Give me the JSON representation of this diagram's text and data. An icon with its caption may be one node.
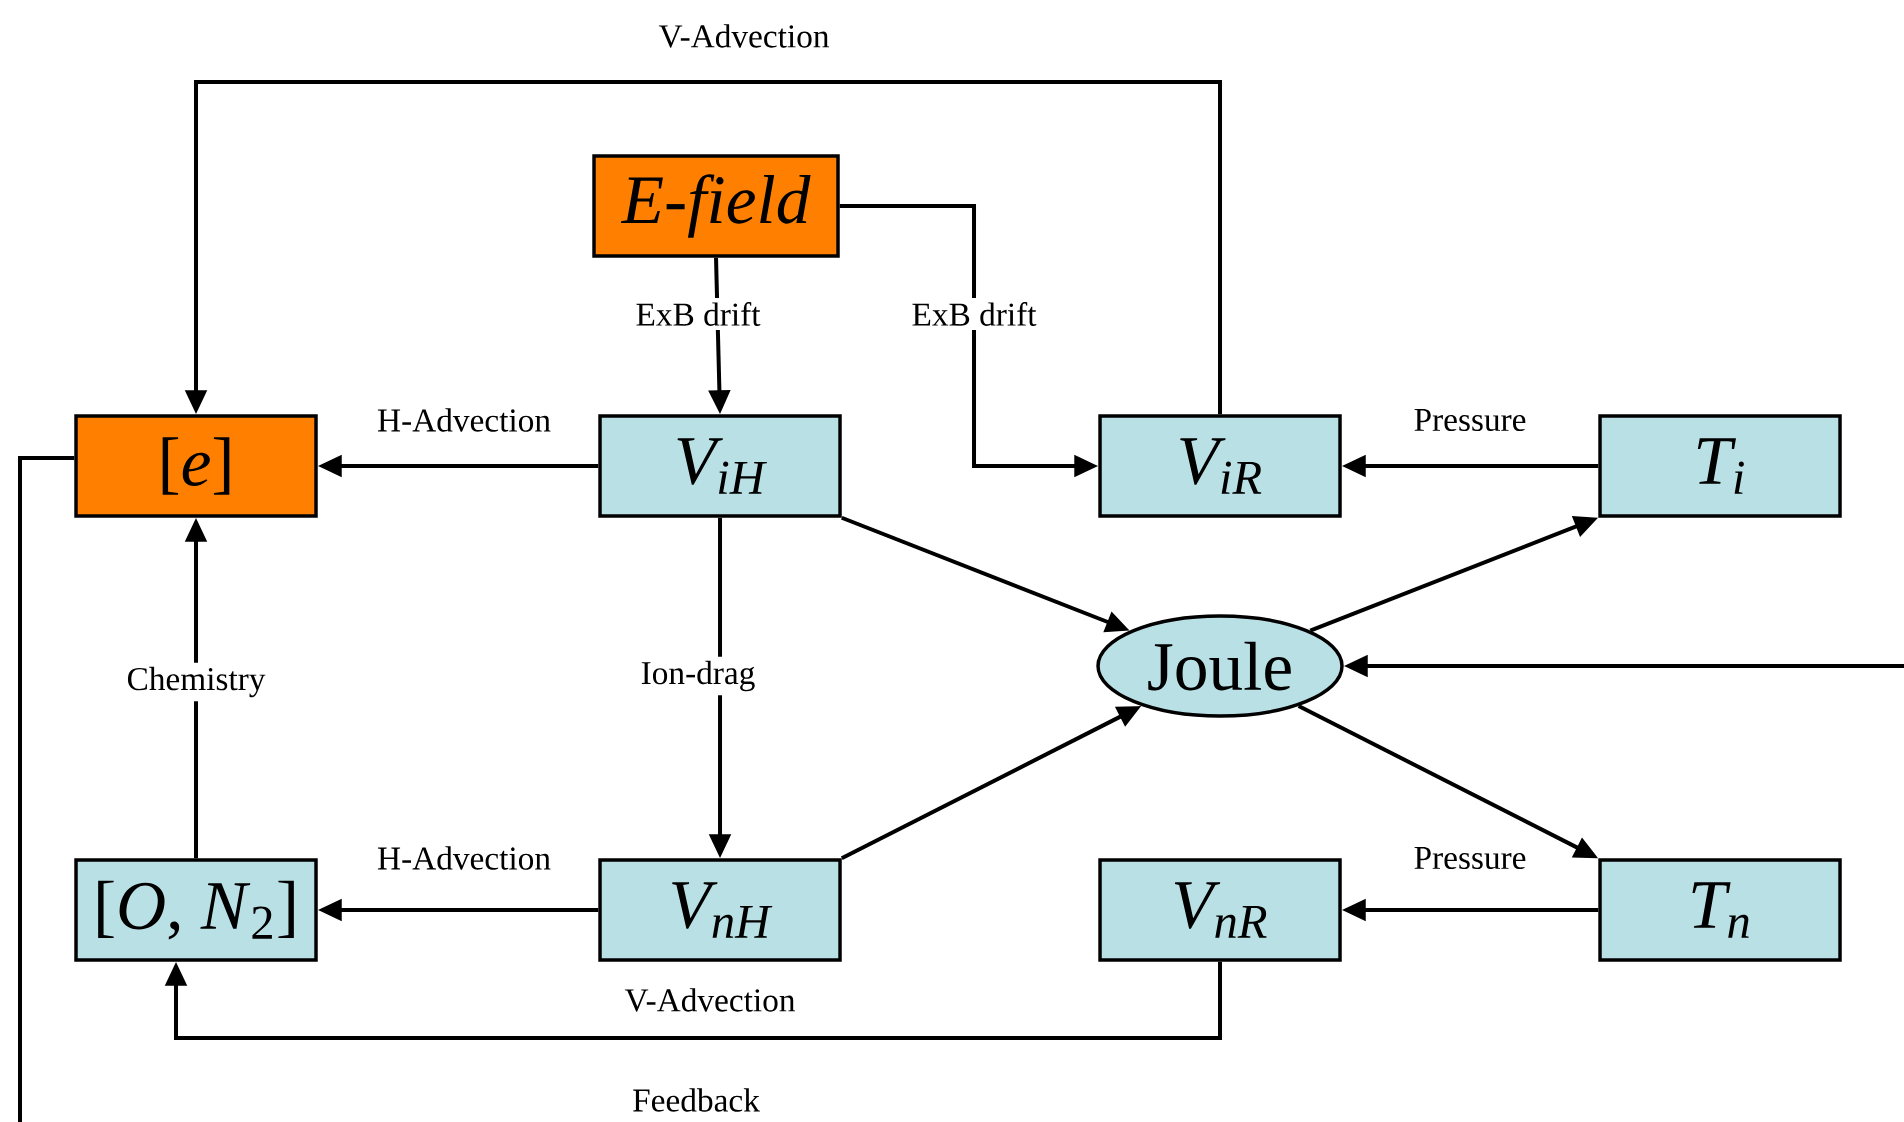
{
  "diagram": {
    "nodes": [
      {
        "text": [
          "E-field"
        ]
      },
      {
        "text": [
          "[*e*]"
        ]
      },
      {
        "text": [
          "V$_{iH}$"
        ]
      },
      {
        "text": [
          "V$_{iR}$"
        ]
      },
      {
        "text": [
          "T$_{i}$"
        ]
      },
      {
        "text": [
          "Joule"
        ]
      },
      {
        "text": [
          "[*O*, *N*$_{2}$]"
        ]
      },
      {
        "text": [
          "V$_{nH}$"
        ]
      },
      {
        "text": [
          "V$_{nR}$"
        ]
      },
      {
        "text": [
          "T$_{n}$"
        ]
      }
    ],
    "edges": [
      {
        "from": 0,
        "to": 2,
        "arrow": "to",
        "label": "ExB drift"
      },
      {
        "from": 0,
        "to": 3,
        "arrow": "to",
        "label": "ExB drift"
      },
      {
        "from": 2,
        "to": 1,
        "arrow": "to",
        "label": "H-Advection"
      },
      {
        "from": 3,
        "to": 1,
        "arrow": "to",
        "label": "V-Advection"
      },
      {
        "from": 4,
        "to": 3,
        "arrow": "to",
        "label": "Pressure"
      },
      {
        "from": 2,
        "to": 5,
        "arrow": "to"
      },
      {
        "from": 5,
        "to": 4,
        "arrow": "to"
      },
      {
        "from": 2,
        "to": 7,
        "arrow": "to",
        "label": "Ion-drag"
      },
      {
        "from": 7,
        "to": 5,
        "arrow": "to"
      },
      {
        "from": 5,
        "to": 9,
        "arrow": "to"
      },
      {
        "from": 6,
        "to": 1,
        "arrow": "to",
        "label": "Chemistry"
      },
      {
        "from": 7,
        "to": 6,
        "arrow": "to",
        "label": "H-Advection"
      },
      {
        "from": 9,
        "to": 8,
        "arrow": "to",
        "label": "Pressure"
      },
      {
        "from": 8,
        "to": 6,
        "arrow": "to",
        "label": "V-Advection"
      },
      {
        "from": 1,
        "to": 5,
        "arrow": "to",
        "label": "Feedback"
      }
    ]
  }
}
